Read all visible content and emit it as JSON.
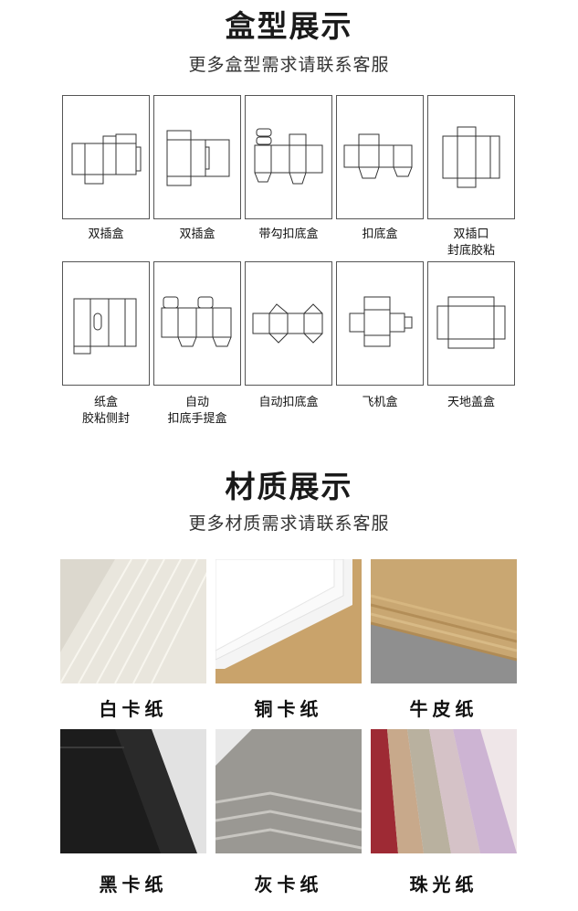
{
  "box_section": {
    "title": "盒型展示",
    "subtitle": "更多盒型需求请联系客服",
    "items": [
      {
        "label_1": "双插盒",
        "label_2": "",
        "icon": "double-tuck-box-icon"
      },
      {
        "label_1": "双插盒",
        "label_2": "",
        "icon": "double-tuck-box-icon"
      },
      {
        "label_1": "带勾扣底盒",
        "label_2": "",
        "icon": "hook-lock-bottom-box-icon"
      },
      {
        "label_1": "扣底盒",
        "label_2": "",
        "icon": "lock-bottom-box-icon"
      },
      {
        "label_1": "双插口",
        "label_2": "封底胶粘",
        "icon": "glued-bottom-box-icon"
      },
      {
        "label_1": "纸盒",
        "label_2": "胶粘侧封",
        "icon": "side-glued-box-icon"
      },
      {
        "label_1": "自动",
        "label_2": "扣底手提盒",
        "icon": "handle-box-icon"
      },
      {
        "label_1": "自动扣底盒",
        "label_2": "",
        "icon": "auto-lock-bottom-box-icon"
      },
      {
        "label_1": "飞机盒",
        "label_2": "",
        "icon": "mailer-box-icon"
      },
      {
        "label_1": "天地盖盒",
        "label_2": "",
        "icon": "lid-base-box-icon"
      }
    ]
  },
  "material_section": {
    "title": "材质展示",
    "subtitle": "更多材质需求请联系客服",
    "items": [
      {
        "label": "白卡纸",
        "color": "#e9e6dd"
      },
      {
        "label": "铜卡纸",
        "color": "#f2f2f2"
      },
      {
        "label": "牛皮纸",
        "color": "#c9a772"
      },
      {
        "label": "黑卡纸",
        "color": "#1c1c1c"
      },
      {
        "label": "灰卡纸",
        "color": "#9a9893"
      },
      {
        "label": "珠光纸",
        "color": "#c8a98b"
      }
    ]
  }
}
